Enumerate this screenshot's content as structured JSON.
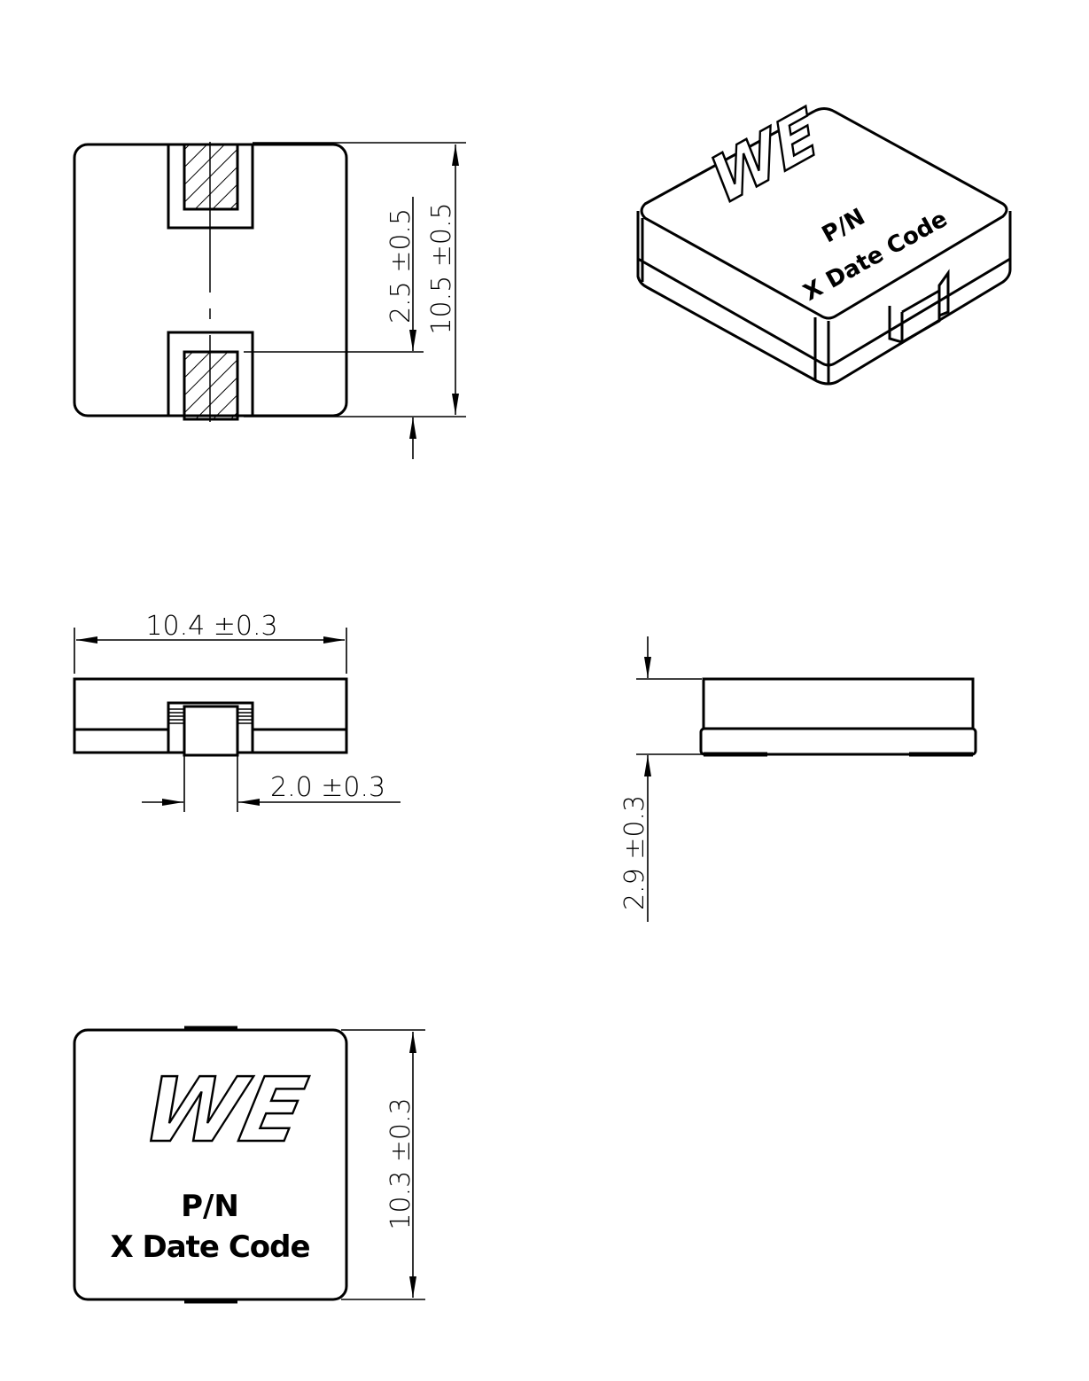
{
  "drawing": {
    "bottom_view": {
      "dim_pad_length": "2.5 ±0.5",
      "dim_overall_length": "10.5 ±0.5"
    },
    "front_view": {
      "dim_width": "10.4 ±0.3",
      "dim_terminal_width": "2.0 ±0.3"
    },
    "side_view": {
      "dim_height": "2.9 ±0.3"
    },
    "top_view": {
      "logo": "WE",
      "marking_line1": "P/N",
      "marking_line2": "X Date Code",
      "dim_length": "10.3 ±0.3"
    },
    "iso_view": {
      "logo": "WE",
      "marking_line1": "P/N",
      "marking_line2": "X Date Code"
    }
  }
}
